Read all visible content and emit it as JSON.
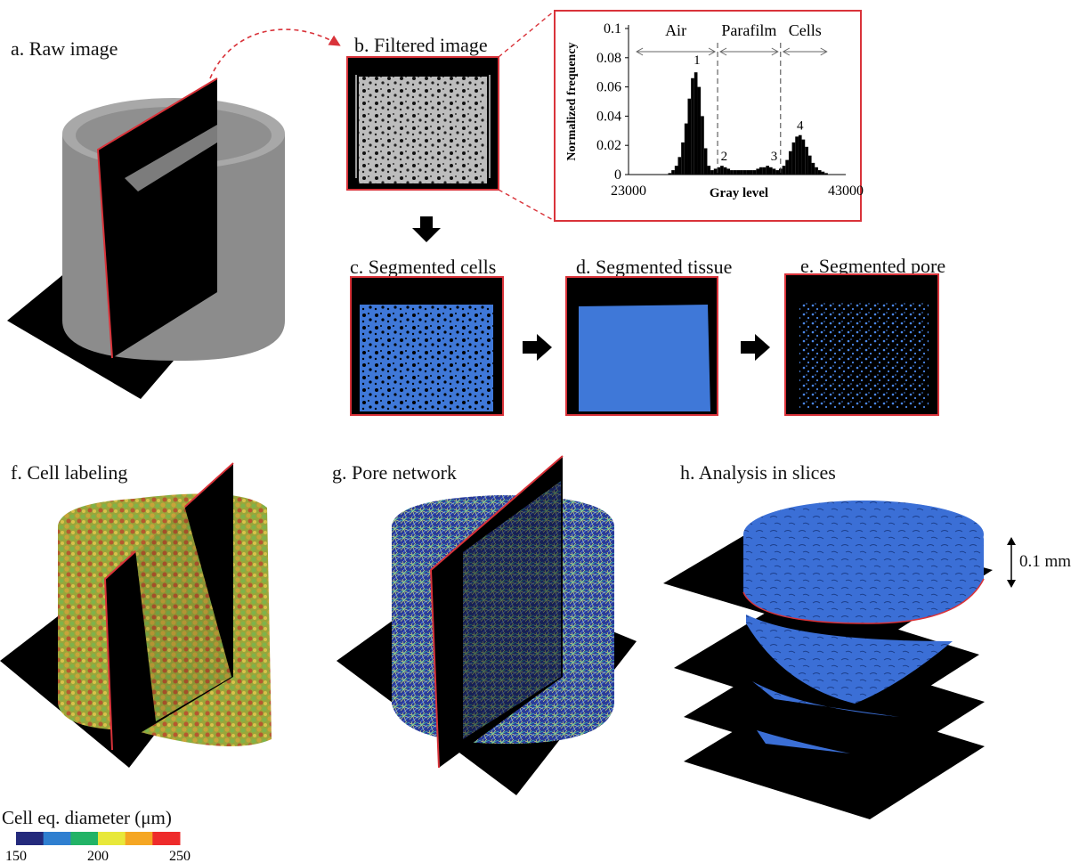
{
  "panels": {
    "a": "a. Raw image",
    "b": "b. Filtered image",
    "c": "c. Segmented cells",
    "d": "d. Segmented tissue",
    "e": "e. Segmented pore",
    "f": "f. Cell labeling",
    "g": "g. Pore network",
    "h": "h. Analysis in slices"
  },
  "scale_bar_label": "0.1 mm",
  "colorbar": {
    "title": "Cell eq. diameter (μm)",
    "ticks": [
      "150",
      "200",
      "250"
    ],
    "colors": [
      "#242a7c",
      "#2f7fd0",
      "#22b366",
      "#e8e83a",
      "#f5a623",
      "#ee2b2b"
    ]
  },
  "colors": {
    "accent_red": "#d9333a",
    "segment_blue": "#3f78d8",
    "gray_sample": "#8a8a8a"
  },
  "chart_data": {
    "type": "bar",
    "xlabel": "Gray level",
    "ylabel": "Normalized frequency",
    "xlim": [
      23000,
      43000
    ],
    "ylim": [
      0,
      0.1
    ],
    "xticks": [
      "23000",
      "43000"
    ],
    "yticks": [
      "0",
      "0.02",
      "0.04",
      "0.06",
      "0.08",
      "0.1"
    ],
    "regions": [
      "Air",
      "Parafilm",
      "Cells"
    ],
    "region_boundaries": [
      31200,
      37000
    ],
    "peak_labels": [
      {
        "label": "1",
        "x": 29300,
        "y": 0.072
      },
      {
        "label": "2",
        "x": 31800,
        "y": 0.006
      },
      {
        "label": "3",
        "x": 36400,
        "y": 0.006
      },
      {
        "label": "4",
        "x": 38800,
        "y": 0.027
      }
    ],
    "x": [
      26800,
      27100,
      27400,
      27700,
      28000,
      28300,
      28600,
      28900,
      29200,
      29500,
      29800,
      30100,
      30400,
      30700,
      31000,
      31300,
      31600,
      31900,
      32200,
      32500,
      32800,
      33100,
      33400,
      33700,
      34000,
      34300,
      34600,
      34900,
      35200,
      35500,
      35800,
      36100,
      36400,
      36700,
      37000,
      37300,
      37600,
      37900,
      38200,
      38500,
      38800,
      39100,
      39400,
      39700,
      40000,
      40300,
      40600,
      40900,
      41200
    ],
    "values": [
      0.001,
      0.003,
      0.006,
      0.012,
      0.022,
      0.035,
      0.052,
      0.066,
      0.07,
      0.06,
      0.04,
      0.018,
      0.006,
      0.003,
      0.004,
      0.005,
      0.006,
      0.005,
      0.004,
      0.003,
      0.003,
      0.003,
      0.003,
      0.003,
      0.003,
      0.003,
      0.003,
      0.004,
      0.005,
      0.005,
      0.006,
      0.005,
      0.004,
      0.003,
      0.004,
      0.006,
      0.01,
      0.016,
      0.022,
      0.026,
      0.027,
      0.024,
      0.019,
      0.013,
      0.008,
      0.005,
      0.003,
      0.002,
      0.001
    ]
  }
}
